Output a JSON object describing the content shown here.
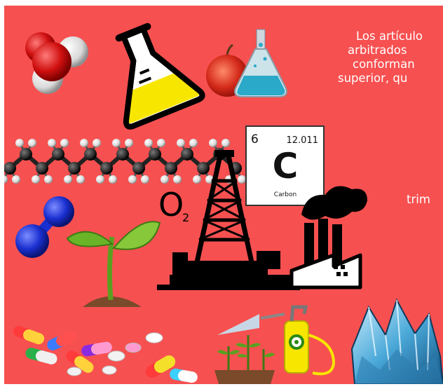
{
  "text_lines": [
    "Los artículo",
    "arbitrados",
    "conforman",
    "superior, qu",
    "trim"
  ],
  "element_tile": {
    "atomic_number": "6",
    "atomic_mass": "12.011",
    "symbol": "C",
    "name": "Carbon"
  },
  "oxygen_formula": {
    "symbol": "O",
    "subscript": "2"
  },
  "colors": {
    "background": "#f75050",
    "page": "#ffffff",
    "text": "#ffffff"
  }
}
